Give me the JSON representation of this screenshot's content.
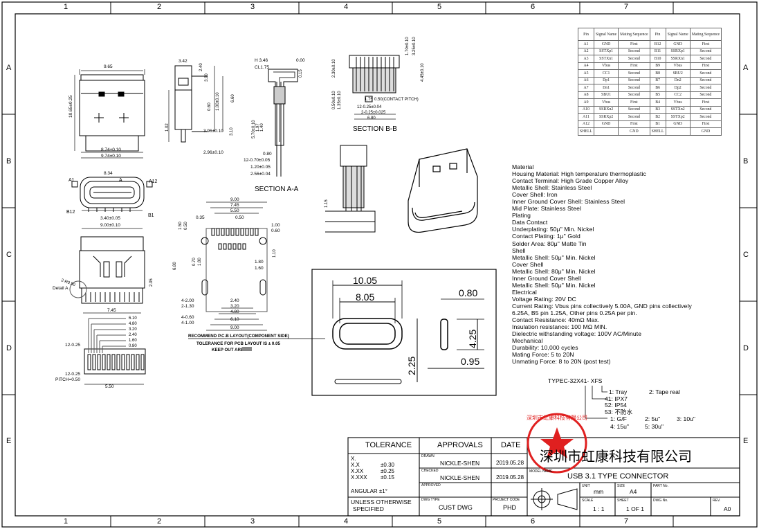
{
  "frame": {
    "zones_top": [
      "1",
      "2",
      "3",
      "4",
      "5",
      "6",
      "7"
    ],
    "zones_bottom": [
      "1",
      "2",
      "3",
      "4",
      "5",
      "6",
      "7"
    ],
    "zones_left": [
      "A",
      "B",
      "C",
      "D",
      "E"
    ],
    "zones_right": [
      "A",
      "B",
      "C",
      "D",
      "E"
    ]
  },
  "views": {
    "front": {
      "w_top": "9.65",
      "h_side": "10.65±0.25",
      "w1": "8.74±0.10",
      "w2": "9.74±0.10"
    },
    "side": {
      "d1": "3.42",
      "d2": "2.40",
      "d3": "3.90",
      "d4": "1.00±0.10",
      "d5": "1.02",
      "d6": "3.96±0.10",
      "d7": "2.96±0.10",
      "d8": "3.10",
      "d9": "6.60",
      "d10": "0.60"
    },
    "section_aa": {
      "title": "SECTION A-A",
      "h": "H 3.46",
      "cl": "CL1.75",
      "d1": "0.00",
      "d2": "0.15",
      "d3": "0.80",
      "d4": "12-0.70±0.05",
      "d5": "1.20±0.05",
      "d6": "2.56±0.04",
      "d7": "5.70±0.10",
      "d8": "1.97",
      "d9": "1.40"
    },
    "section_bb": {
      "title": "SECTION B-B",
      "d1": "1.70±0.10",
      "d2": "3.25±0.10",
      "d3": "4.45±0.10",
      "d4": "2.30±0.10",
      "d5": "0.50±0.10",
      "d6": "1.35±0.10",
      "d7": "1.75",
      "d8": "0.50(CONTACT PITCH)",
      "d9": "12-0.25±0.04",
      "d10": "2-0.25±0.025",
      "d11": "6.80"
    },
    "end_view": {
      "w_top": "8.34",
      "a1": "A1",
      "a": "A",
      "a12": "A12",
      "b12": "B12",
      "b1": "B1",
      "w1": "3.40±0.05",
      "w2": "9.00±0.10"
    },
    "bottom_view": {
      "detail": "Detail A",
      "d1": "2-R0.50",
      "d2": "7.45",
      "d3": "2.05"
    },
    "detail": {
      "rows": [
        "6.10",
        "4.80",
        "3.20",
        "2.40",
        "1.60",
        "0.80"
      ],
      "d1": "12-0.25",
      "d2": "12-0.25",
      "pitch": "PITCH=0.50",
      "w": "5.50"
    },
    "pcb": {
      "top": [
        "9.00",
        "7.45",
        "5.50",
        "0.50",
        "0.35"
      ],
      "right": [
        "1.00",
        "0.60",
        "1.80",
        "1.60",
        "1.10"
      ],
      "left": [
        "1.50",
        "0.50",
        "6.80",
        "0.70",
        "1.80",
        "4-2.00",
        "2-1.30",
        "4-0.60",
        "4-1.00"
      ],
      "bottom": [
        "2.40",
        "3.20",
        "4.80",
        "6.10",
        "9.00"
      ],
      "title": "RECOMMEND P.C.B LAYOUT(COMPONENT SIDE)",
      "tolerance": "TOLERANCE FOR PCB LAYOUT IS ± 0.05",
      "keepout": "KEEP OUT AREA"
    },
    "slot": {
      "w_outer": "10.05",
      "w_inner": "8.05",
      "h": "2.25",
      "side_w": "0.80",
      "side_h": "4.25",
      "side_t": "0.95"
    }
  },
  "pin_table": {
    "headers": [
      "Pin",
      "Signal Name",
      "Mating Sequence",
      "Pin",
      "Signal Name",
      "Mating Sequence"
    ],
    "rows": [
      [
        "A1",
        "GND",
        "First",
        "B12",
        "GND",
        "First"
      ],
      [
        "A2",
        "SSTXp1",
        "Second",
        "B11",
        "SSRXp1",
        "Second"
      ],
      [
        "A3",
        "SSTXn1",
        "Second",
        "B10",
        "SSRXn1",
        "Second"
      ],
      [
        "A4",
        "Vbus",
        "First",
        "B9",
        "Vbus",
        "First"
      ],
      [
        "A5",
        "CC1",
        "Second",
        "B8",
        "SBU2",
        "Second"
      ],
      [
        "A6",
        "Dp1",
        "Second",
        "B7",
        "Dn2",
        "Second"
      ],
      [
        "A7",
        "Dn1",
        "Second",
        "B6",
        "Dp2",
        "Second"
      ],
      [
        "A8",
        "SBU1",
        "Second",
        "B5",
        "CC2",
        "Second"
      ],
      [
        "A9",
        "Vbus",
        "First",
        "B4",
        "Vbus",
        "First"
      ],
      [
        "A10",
        "SSRXn2",
        "Second",
        "B3",
        "SSTXn2",
        "Second"
      ],
      [
        "A11",
        "SSRXp2",
        "Second",
        "B2",
        "SSTXp2",
        "Second"
      ],
      [
        "A12",
        "GND",
        "First",
        "B1",
        "GND",
        "First"
      ],
      [
        "SHELL",
        "",
        "GND",
        "SHELL",
        "",
        "GND"
      ]
    ]
  },
  "specs": [
    "Material",
    "Housing Material: High temperature thermoplastic",
    "Contact Terminal: High Grade Copper Alloy",
    "Metallic Shell: Stainless Steel",
    "Cover Shell: Iron",
    "Inner Ground Cover Shell: Stainless Steel",
    "Mid Plate: Stainless Steel",
    "Plating",
    "Data Contact",
    "Underplating: 50μ\" Min. Nickel",
    "Contact Plating: 1μ\" Gold",
    "Solder Area: 80μ\" Matte Tin",
    "Shell",
    "Metallic Shell: 50μ\" Min. Nickel",
    "Cover Shell",
    "Metallic Shell: 80μ\" Min. Nickel",
    "Inner Ground Cover Shell",
    "Metallic Shell: 50μ\" Min. Nickel",
    "Electrical",
    "Voltage Rating: 20V DC",
    "Current Rating: Vbus pins collectively 5.00A, GND pins collectively",
    "6.25A, B5 pin 1.25A, Other pins 0.25A per pin.",
    "Contact Resistance: 40mΩ Max.",
    "Insulation resistance: 100 MΩ MIN.",
    "Dielectric withstanding voltage: 100V AC/Minute",
    "Mechanical",
    "Durability: 10,000 cycles",
    "Mating Force: 5 to 20N",
    "Unmating Force: 8 to 20N (post test)"
  ],
  "part_code": {
    "code": "TYPEC-32X41- XFS",
    "opt1": "1: Tray",
    "opt2": "2: Tape real",
    "ip1": "41: IPX7",
    "ip2": "52: IP54",
    "ip3": "53: 不防水",
    "p1": "1: G/F",
    "p2": "2: 5u\"",
    "p3": "3: 10u\"",
    "p4": "4: 15u\"",
    "p5": "5: 30u\""
  },
  "title_block": {
    "tolerance_hdr": "TOLERANCE",
    "approvals_hdr": "APPROVALS",
    "date_hdr": "DATE",
    "tol_x": "X.",
    "tol_xx": "X.X",
    "tol_xx_v": "±0.30",
    "tol_xxx": "X.XX",
    "tol_xxx_v": "±0.25",
    "tol_xxxx": "X.XXX",
    "tol_xxxx_v": "±0.15",
    "angular": "ANGULAR ±1°",
    "unless": "UNLESS OTHERWISE",
    "specified": "SPECIFIED",
    "drawn_lbl": "DRAWN",
    "drawn": "NICKLE-SHEN",
    "drawn_date": "2019.05.28",
    "checked_lbl": "CHECKED",
    "checked": "NICKLE-SHEN",
    "checked_date": "2019.05.28",
    "approved_lbl": "APPROVED",
    "dwg_type_lbl": "DWG TYPE",
    "dwg_type": "CUST DWG",
    "project_lbl": "PROJECT CODE",
    "project": "PHD",
    "company": "深圳市虹康科技有限公司",
    "model_lbl": "MODEL NAME",
    "model": "USB 3.1 TYPE CONNECTOR",
    "unit_lbl": "UNIT",
    "unit": "mm",
    "size_lbl": "SIZE",
    "size": "A4",
    "part_lbl": "PART No.",
    "scale_lbl": "SCALE",
    "scale": "1 : 1",
    "sheet_lbl": "SHEET",
    "sheet": "1 OF 1",
    "dwg_no_lbl": "DWG No.",
    "rev_lbl": "REV.",
    "rev": "A0",
    "seal_text": "深圳市虹康科技有限公司"
  }
}
